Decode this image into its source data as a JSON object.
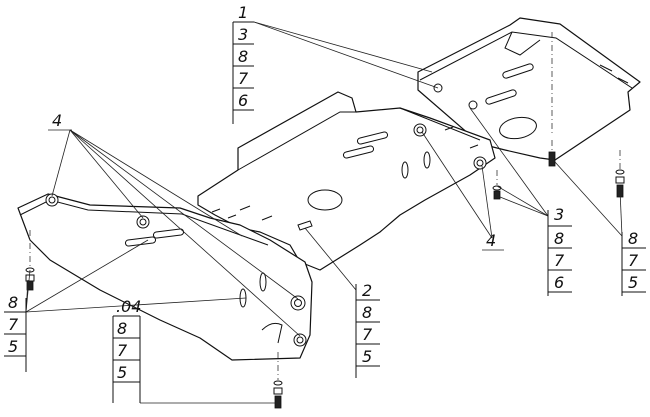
{
  "callouts": {
    "top_stack": [
      "1",
      "3",
      "8",
      "7",
      "6"
    ],
    "left_label": "4",
    "left_stack": [
      "8",
      "7",
      "5"
    ],
    "bottom_stack": [
      ".04",
      "8",
      "7",
      "5"
    ],
    "center_stack": [
      "2",
      "8",
      "7",
      "5"
    ],
    "mid_label": "4",
    "right_mid_stack": [
      "3",
      "8",
      "7",
      "6"
    ],
    "right_stack": [
      "8",
      "7",
      "5"
    ]
  },
  "icons": [
    "bolt-icon",
    "washer-icon",
    "nut-icon"
  ]
}
